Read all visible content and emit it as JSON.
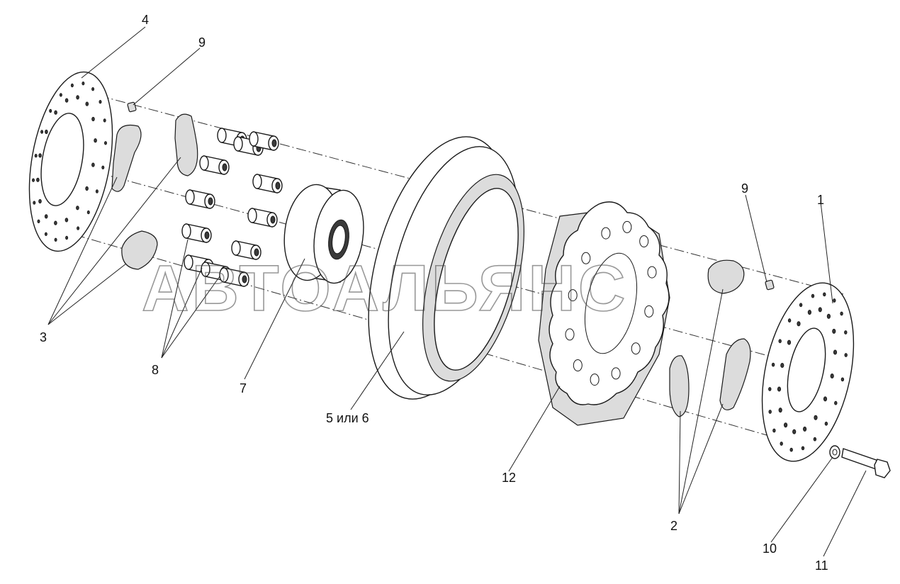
{
  "watermark": "АВТОАЛЬЯНС",
  "callouts": {
    "c4": "4",
    "c9a": "9",
    "c9b": "9",
    "c1": "1",
    "c3": "3",
    "c8": "8",
    "c7": "7",
    "c56": "5 или 6",
    "c12": "12",
    "c2": "2",
    "c10": "10",
    "c11": "11"
  }
}
